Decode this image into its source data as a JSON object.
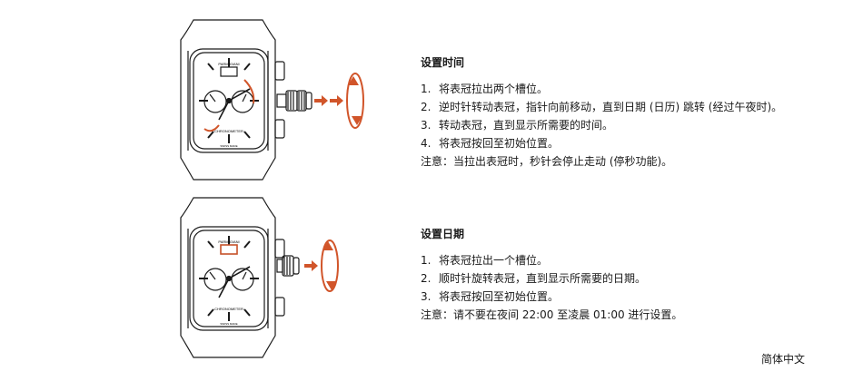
{
  "colors": {
    "ink": "#1a1a1a",
    "accent": "#d1552a"
  },
  "time_section": {
    "heading": "设置时间",
    "steps": [
      {
        "num": "1.",
        "text": "将表冠拉出两个槽位。"
      },
      {
        "num": "2.",
        "text": "逆时针转动表冠，指针向前移动，直到日期 (日历) 跳转 (经过午夜时)。"
      },
      {
        "num": "3.",
        "text": "转动表冠，直到显示所需要的时间。"
      },
      {
        "num": "4.",
        "text": "将表冠按回至初始位置。"
      }
    ],
    "note": "注意：当拉出表冠时，秒针会停止走动 (停秒功能)。"
  },
  "date_section": {
    "heading": "设置日期",
    "steps": [
      {
        "num": "1.",
        "text": "将表冠拉出一个槽位。"
      },
      {
        "num": "2.",
        "text": "顺时针旋转表冠，直到显示所需要的日期。"
      },
      {
        "num": "3.",
        "text": "将表冠按回至初始位置。"
      }
    ],
    "note": "注意：请不要在夜间 22:00 至凌晨 01:00 进行设置。"
  },
  "watch": {
    "brand": "PARMIGIANI",
    "dial_text": "CHRONOMETER",
    "bottom_text": "SWISS MADE"
  },
  "footer": {
    "language": "简体中文"
  },
  "icons": [
    "watch-diagram-icon",
    "crown-pull-arrow-icon",
    "rotation-arrow-icon"
  ]
}
